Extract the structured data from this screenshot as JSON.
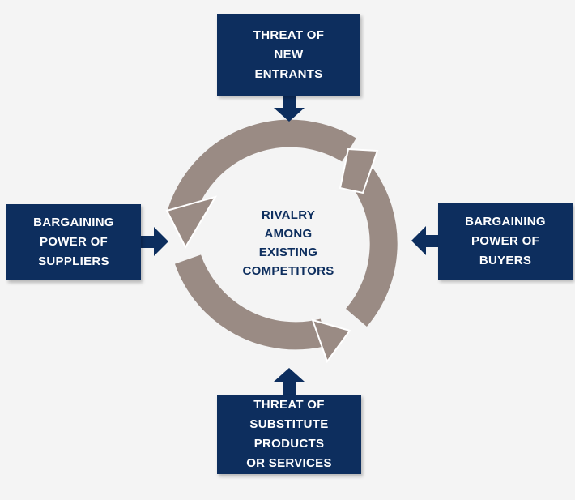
{
  "forces": {
    "top": {
      "lines": [
        "THREAT OF",
        "NEW",
        "ENTRANTS"
      ]
    },
    "left": {
      "lines": [
        "BARGAINING",
        "POWER OF",
        "SUPPLIERS"
      ]
    },
    "right": {
      "lines": [
        "BARGAINING",
        "POWER OF",
        "BUYERS"
      ]
    },
    "bottom": {
      "lines": [
        "THREAT OF",
        "SUBSTITUTE",
        "PRODUCTS",
        "OR SERVICES"
      ]
    }
  },
  "center": {
    "lines": [
      "RIVALRY",
      "AMONG",
      "EXISTING",
      "COMPETITORS"
    ]
  },
  "colors": {
    "box": "#0d2e5e",
    "box_text": "#ffffff",
    "cycle": "#9a8b84",
    "center_text": "#0d2e5e",
    "background": "#f4f4f4"
  }
}
